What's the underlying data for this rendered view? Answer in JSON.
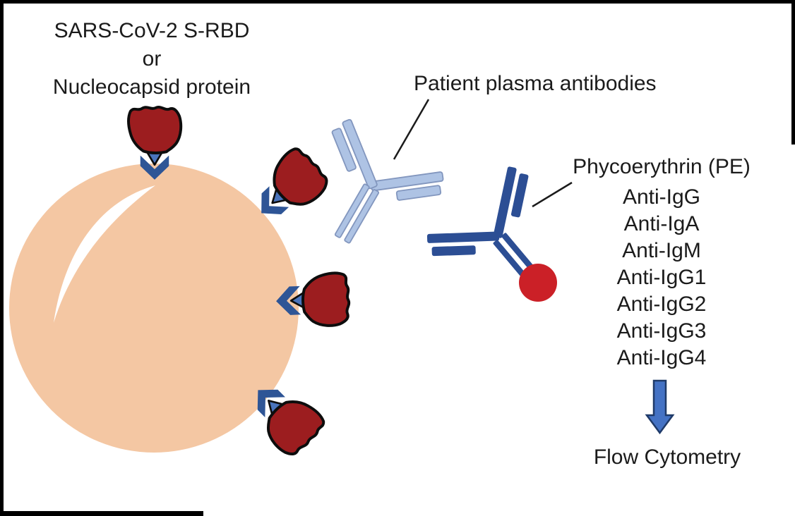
{
  "figure": {
    "bead_label_lines": [
      "SARS-CoV-2 S-RBD",
      "or",
      "Nucleocapsid protein"
    ],
    "patient_antibody_label": "Patient plasma antibodies",
    "detection_label": "Phycoerythrin (PE)",
    "anti_isotype_labels": [
      "Anti-IgG",
      "Anti-IgA",
      "Anti-IgM",
      "Anti-IgG1",
      "Anti-IgG2",
      "Anti-IgG3",
      "Anti-IgG4"
    ],
    "flow_label": "Flow Cytometry",
    "colors": {
      "bead": "#F4C7A3",
      "bead_highlight": "#FFFFFF",
      "protein_red": "#9C1D1F",
      "outline_black": "#0D0D0D",
      "triangle_blue": "#4A74BC",
      "chevron_blue": "#2E5596",
      "patient_ab": "#AEC3E4",
      "patient_ab_outline": "#8296BE",
      "secondary_ab": "#2C4E94",
      "pe_red": "#CB2027",
      "arrow_fill": "#4472C4",
      "arrow_outline": "#1F3A68",
      "text": "#1B1B1B"
    }
  }
}
